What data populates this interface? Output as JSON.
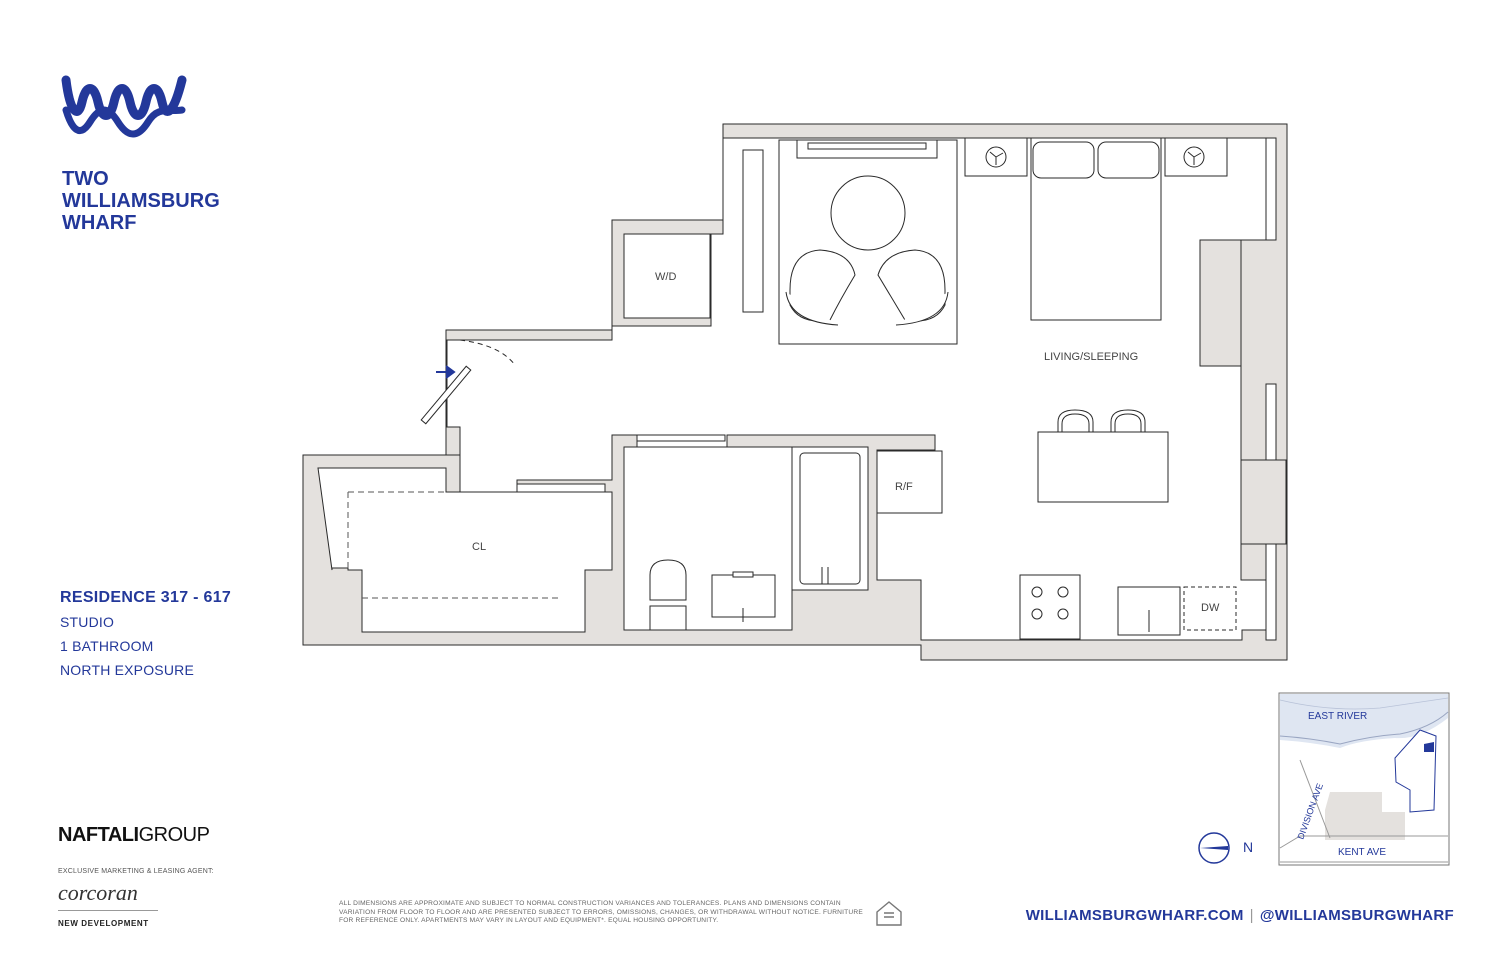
{
  "brand": {
    "lines": [
      "TWO",
      "WILLIAMSBURG",
      "WHARF"
    ]
  },
  "residence": {
    "title": "RESIDENCE 317 - 617",
    "type": "STUDIO",
    "baths": "1 BATHROOM",
    "exposure": "NORTH EXPOSURE"
  },
  "developer": {
    "name_bold": "NAFTALI",
    "name_light": "GROUP"
  },
  "agent": {
    "label": "EXCLUSIVE MARKETING & LEASING AGENT:",
    "name": "corcoran",
    "division": "NEW DEVELOPMENT"
  },
  "plan_labels": {
    "wd": "W/D",
    "living": "LIVING/SLEEPING",
    "rf": "R/F",
    "cl": "CL",
    "dw": "DW"
  },
  "map": {
    "river": "EAST RIVER",
    "street1": "DIVISION AVE",
    "street2": "KENT AVE"
  },
  "compass": {
    "label": "N"
  },
  "disclaimer": "ALL DIMENSIONS ARE APPROXIMATE AND SUBJECT TO NORMAL CONSTRUCTION VARIANCES AND TOLERANCES. PLANS AND DIMENSIONS CONTAIN VARIATION FROM FLOOR TO FLOOR AND ARE PRESENTED SUBJECT TO ERRORS, OMISSIONS, CHANGES, OR WITHDRAWAL WITHOUT NOTICE. FURNITURE FOR REFERENCE ONLY. APARTMENTS MAY VARY IN LAYOUT AND EQUIPMENT*. EQUAL HOUSING OPPORTUNITY.",
  "footer": {
    "website": "WILLIAMSBURGWHARF.COM",
    "social": "@WILLIAMSBURGWHARF"
  },
  "colors": {
    "brand_blue": "#23389a",
    "wall_gray": "#e4e1de",
    "outline": "#2a2a2a"
  }
}
